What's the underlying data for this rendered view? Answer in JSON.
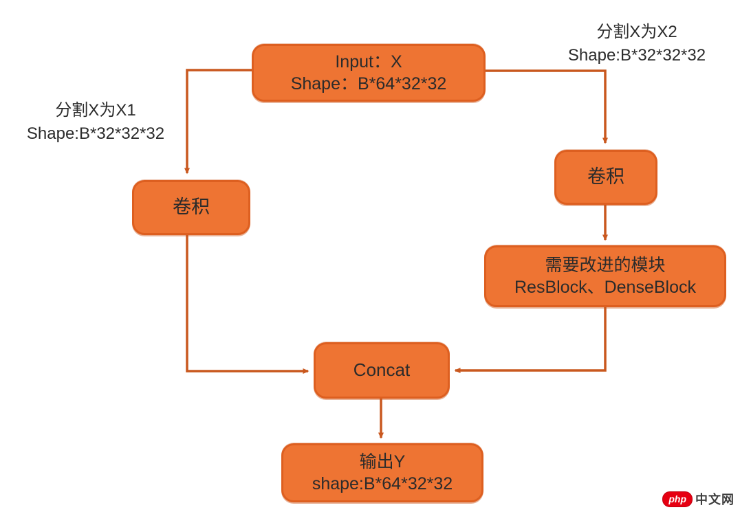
{
  "diagram": {
    "nodes": {
      "input": {
        "line1": "Input：X",
        "line2": "Shape：B*64*32*32"
      },
      "conv_left": {
        "label": "卷积"
      },
      "conv_right": {
        "label": "卷积"
      },
      "module": {
        "line1": "需要改进的模块",
        "line2": "ResBlock、DenseBlock"
      },
      "concat": {
        "label": "Concat"
      },
      "output": {
        "line1": "输出Y",
        "line2": "shape:B*64*32*32"
      }
    },
    "annotations": {
      "split_x1": {
        "line1": "分割X为X1",
        "line2": "Shape:B*32*32*32"
      },
      "split_x2": {
        "line1": "分割X为X2",
        "line2": "Shape:B*32*32*32"
      }
    },
    "edges": [
      {
        "from": "input",
        "to": "conv_left"
      },
      {
        "from": "input",
        "to": "conv_right"
      },
      {
        "from": "conv_right",
        "to": "module"
      },
      {
        "from": "conv_left",
        "to": "concat"
      },
      {
        "from": "module",
        "to": "concat"
      },
      {
        "from": "concat",
        "to": "output"
      }
    ],
    "colors": {
      "node_fill": "#EE7433",
      "node_border": "#DD5F20",
      "arrow": "#C9581F",
      "text": "#2B2B2B"
    }
  },
  "watermark": {
    "logo_text": "php",
    "site_text": "中文网",
    "logo_color": "#E60012"
  }
}
